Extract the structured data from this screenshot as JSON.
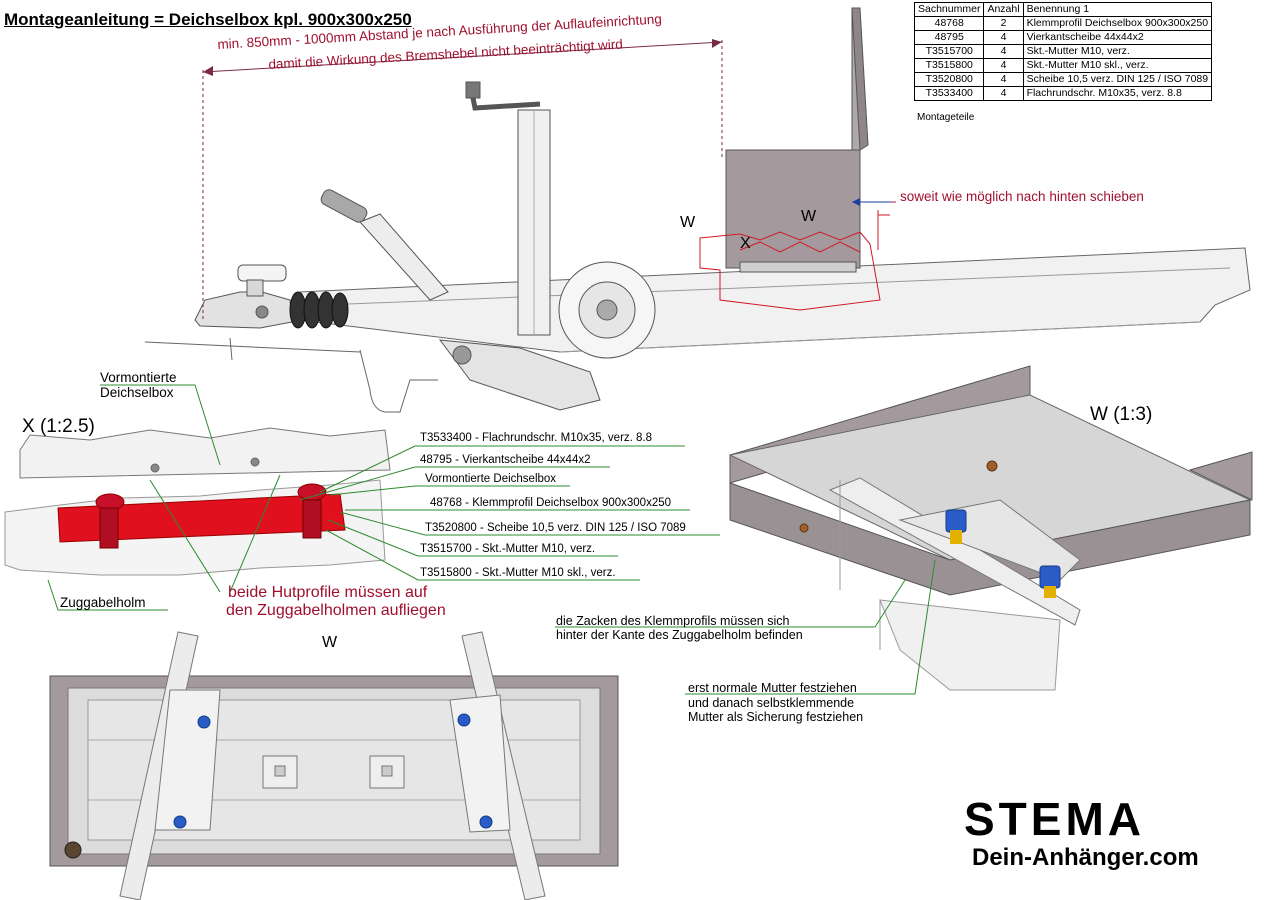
{
  "title": "Montageanleitung = Deichselbox kpl. 900x300x250",
  "parts_table": {
    "headers": [
      "Sachnummer",
      "Anzahl",
      "Benennung 1"
    ],
    "rows": [
      [
        "48768",
        "2",
        "Klemmprofil Deichselbox 900x300x250"
      ],
      [
        "48795",
        "4",
        "Vierkantscheibe 44x44x2"
      ],
      [
        "T3515700",
        "4",
        "Skt.-Mutter M10, verz."
      ],
      [
        "T3515800",
        "4",
        "Skt.-Mutter M10 skl., verz."
      ],
      [
        "T3520800",
        "4",
        "Scheibe 10,5  verz.  DIN 125 / ISO 7089"
      ],
      [
        "T3533400",
        "4",
        "Flachrundschr. M10x35, verz.   8.8"
      ]
    ],
    "caption": "Montageteile"
  },
  "annotations": {
    "distance_line1": "min. 850mm - 1000mm Abstand je nach Ausführung der Auflaufeinrichtung",
    "distance_line2": "damit die Wirkung des Bremshebel nicht beeinträchtigt wird",
    "push_back": "soweit wie möglich nach hinten schieben",
    "marker_w1": "W",
    "marker_w2": "W",
    "marker_x": "X",
    "vormontierte_line1": "Vormontierte",
    "vormontierte_line2": "Deichselbox",
    "view_x": "X (1:2.5)",
    "view_w13": "W (1:3)",
    "view_w": "W",
    "callout_screw": "T3533400 - Flachrundschr. M10x35, verz.   8.8",
    "callout_square_washer": "48795 - Vierkantscheibe 44x44x2",
    "callout_box": "Vormontierte Deichselbox",
    "callout_clamp": "48768 - Klemmprofil Deichselbox 900x300x250",
    "callout_washer": "T3520800 - Scheibe 10,5  verz.  DIN 125 / ISO 7089",
    "callout_nut": "T3515700 - Skt.-Mutter M10, verz.",
    "callout_nut_lock": "T3515800 - Skt.-Mutter M10 skl., verz.",
    "zuggabelholm": "Zuggabelholm",
    "hutprofile_line1": "beide Hutprofile müssen auf",
    "hutprofile_line2": "den Zuggabelholmen aufliegen",
    "zacken_line1": "die Zacken des Klemmprofils müssen sich",
    "zacken_line2": "hinter der Kante des Zuggabelholm befinden",
    "mutter_line1": "erst normale Mutter festziehen",
    "mutter_line2": "und danach selbstklemmende",
    "mutter_line3": "Mutter als Sicherung festziehen"
  },
  "logo": {
    "word": "STEMA",
    "url": "Dein-Anhänger.com"
  },
  "colors": {
    "annotation_red": "#a0102e",
    "leader_green": "#2e8b2e",
    "clamp_red": "#e0101e",
    "nut_blue": "#2a5cc8",
    "box_gray": "#a49a9e"
  }
}
